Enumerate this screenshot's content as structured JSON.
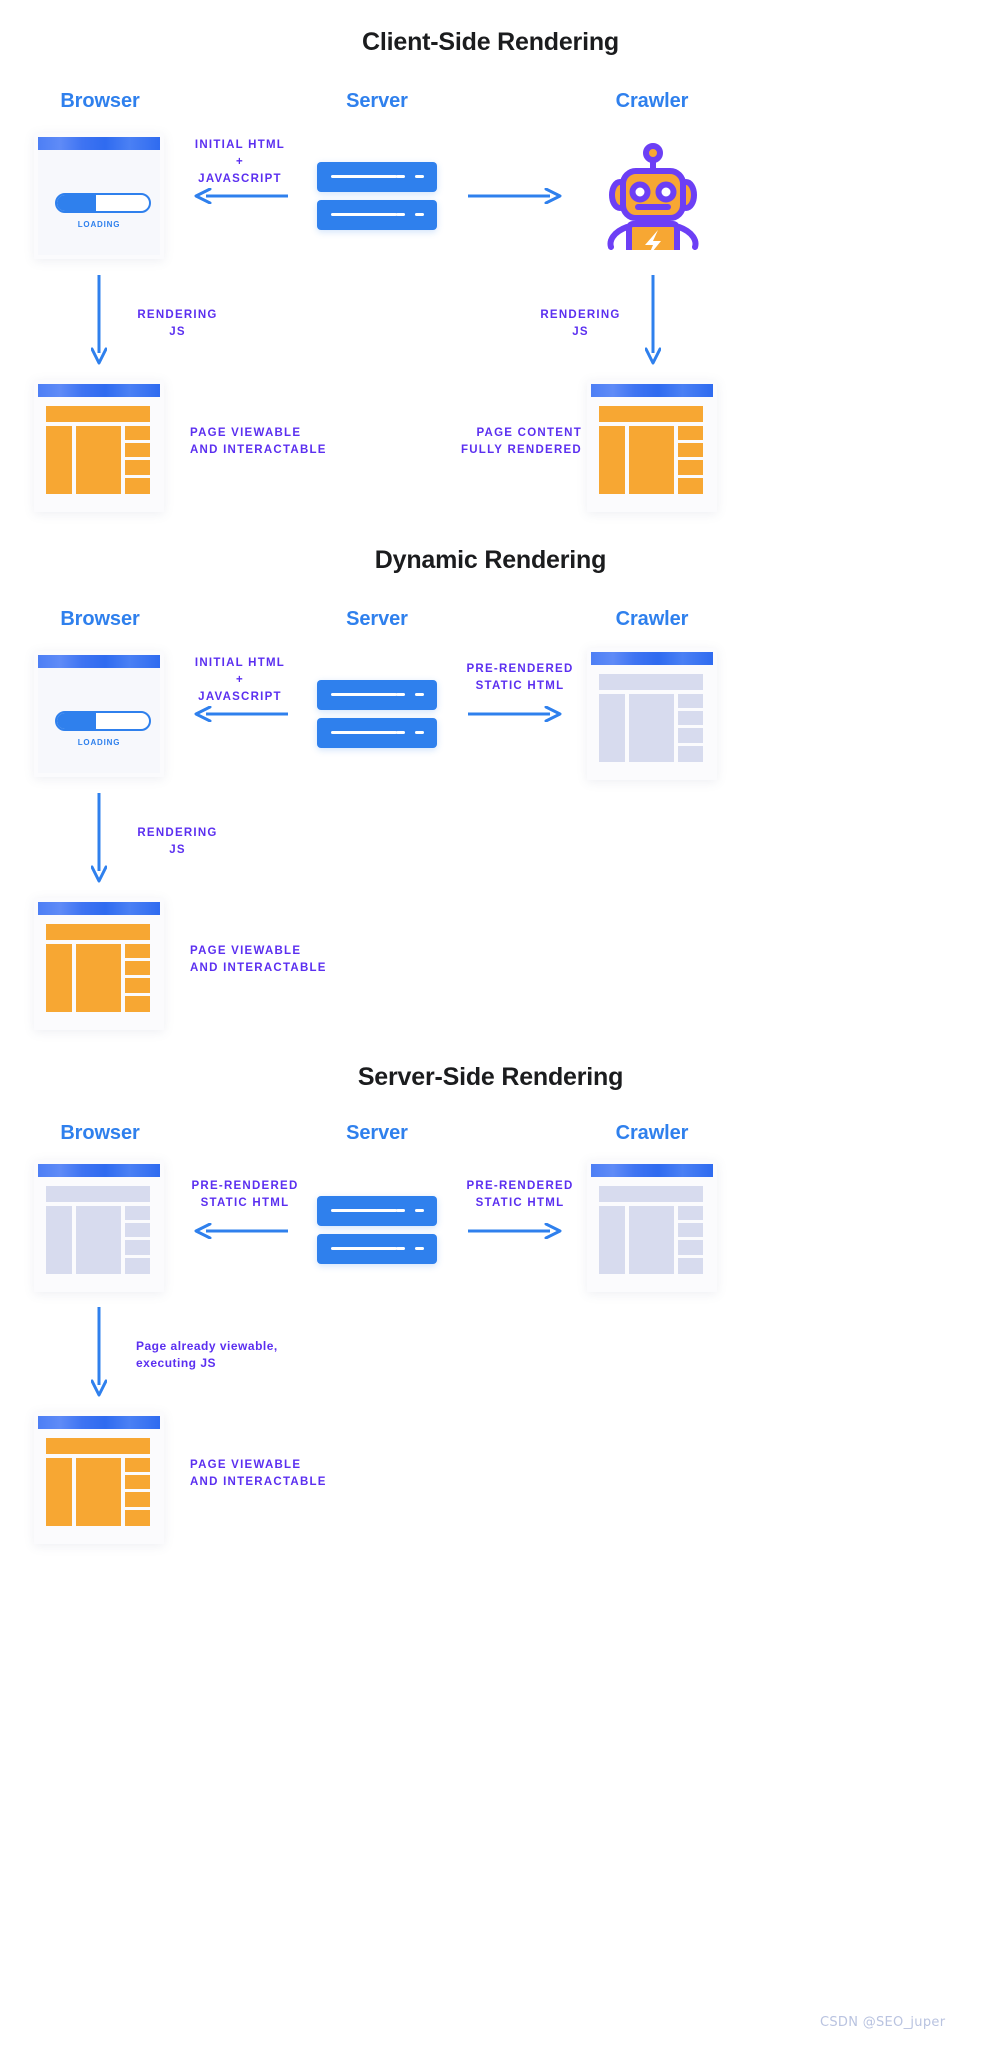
{
  "colors": {
    "blue": "#2f80ed",
    "purple": "#5b2ff0",
    "orange": "#f7a733",
    "grey_block": "#d7dbee",
    "title": "#1b1c1e",
    "watermark": "#b9c3e0"
  },
  "watermark": "CSDN @SEO_juper",
  "sections": [
    {
      "id": "client-side-rendering",
      "title": "Client-Side Rendering",
      "columns": {
        "browser": "Browser",
        "server": "Server",
        "crawler": "Crawler"
      },
      "labels": {
        "server_to_browser": "INITIAL HTML\n+\nJAVASCRIPT",
        "server_to_browser_line1": "INITIAL HTML",
        "server_to_browser_line2": "+",
        "server_to_browser_line3": "JAVASCRIPT",
        "browser_down_line1": "RENDERING",
        "browser_down_line2": "JS",
        "crawler_down_line1": "RENDERING",
        "crawler_down_line2": "JS",
        "browser_result_line1": "PAGE VIEWABLE",
        "browser_result_line2": "AND INTERACTABLE",
        "crawler_result_line1": "PAGE CONTENT",
        "crawler_result_line2": "FULLY RENDERED"
      },
      "browser_state": "loading",
      "crawler_state": "robot",
      "browser_result_state": "orange",
      "crawler_result_state": "orange"
    },
    {
      "id": "dynamic-rendering",
      "title": "Dynamic Rendering",
      "columns": {
        "browser": "Browser",
        "server": "Server",
        "crawler": "Crawler"
      },
      "labels": {
        "server_to_browser_line1": "INITIAL HTML",
        "server_to_browser_line2": "+",
        "server_to_browser_line3": "JAVASCRIPT",
        "server_to_crawler_line1": "PRE-RENDERED",
        "server_to_crawler_line2": "STATIC HTML",
        "browser_down_line1": "RENDERING",
        "browser_down_line2": "JS",
        "browser_result_line1": "PAGE VIEWABLE",
        "browser_result_line2": "AND INTERACTABLE"
      },
      "browser_state": "loading",
      "crawler_state": "grey-page",
      "browser_result_state": "orange"
    },
    {
      "id": "server-side-rendering",
      "title": "Server-Side Rendering",
      "columns": {
        "browser": "Browser",
        "server": "Server",
        "crawler": "Crawler"
      },
      "labels": {
        "server_to_browser_line1": "PRE-RENDERED",
        "server_to_browser_line2": "STATIC HTML",
        "server_to_crawler_line1": "PRE-RENDERED",
        "server_to_crawler_line2": "STATIC HTML",
        "browser_down_line1": "Page already viewable,",
        "browser_down_line2": "executing JS",
        "browser_result_line1": "PAGE VIEWABLE",
        "browser_result_line2": "AND INTERACTABLE"
      },
      "browser_state": "grey-page",
      "crawler_state": "grey-page",
      "browser_result_state": "orange"
    }
  ],
  "mock": {
    "loading_text": "LOADING"
  },
  "icons": {
    "robot": "robot-icon",
    "server": "server-stack-icon",
    "arrow_left": "arrow-left-icon",
    "arrow_right": "arrow-right-icon",
    "arrow_down": "arrow-down-icon"
  }
}
